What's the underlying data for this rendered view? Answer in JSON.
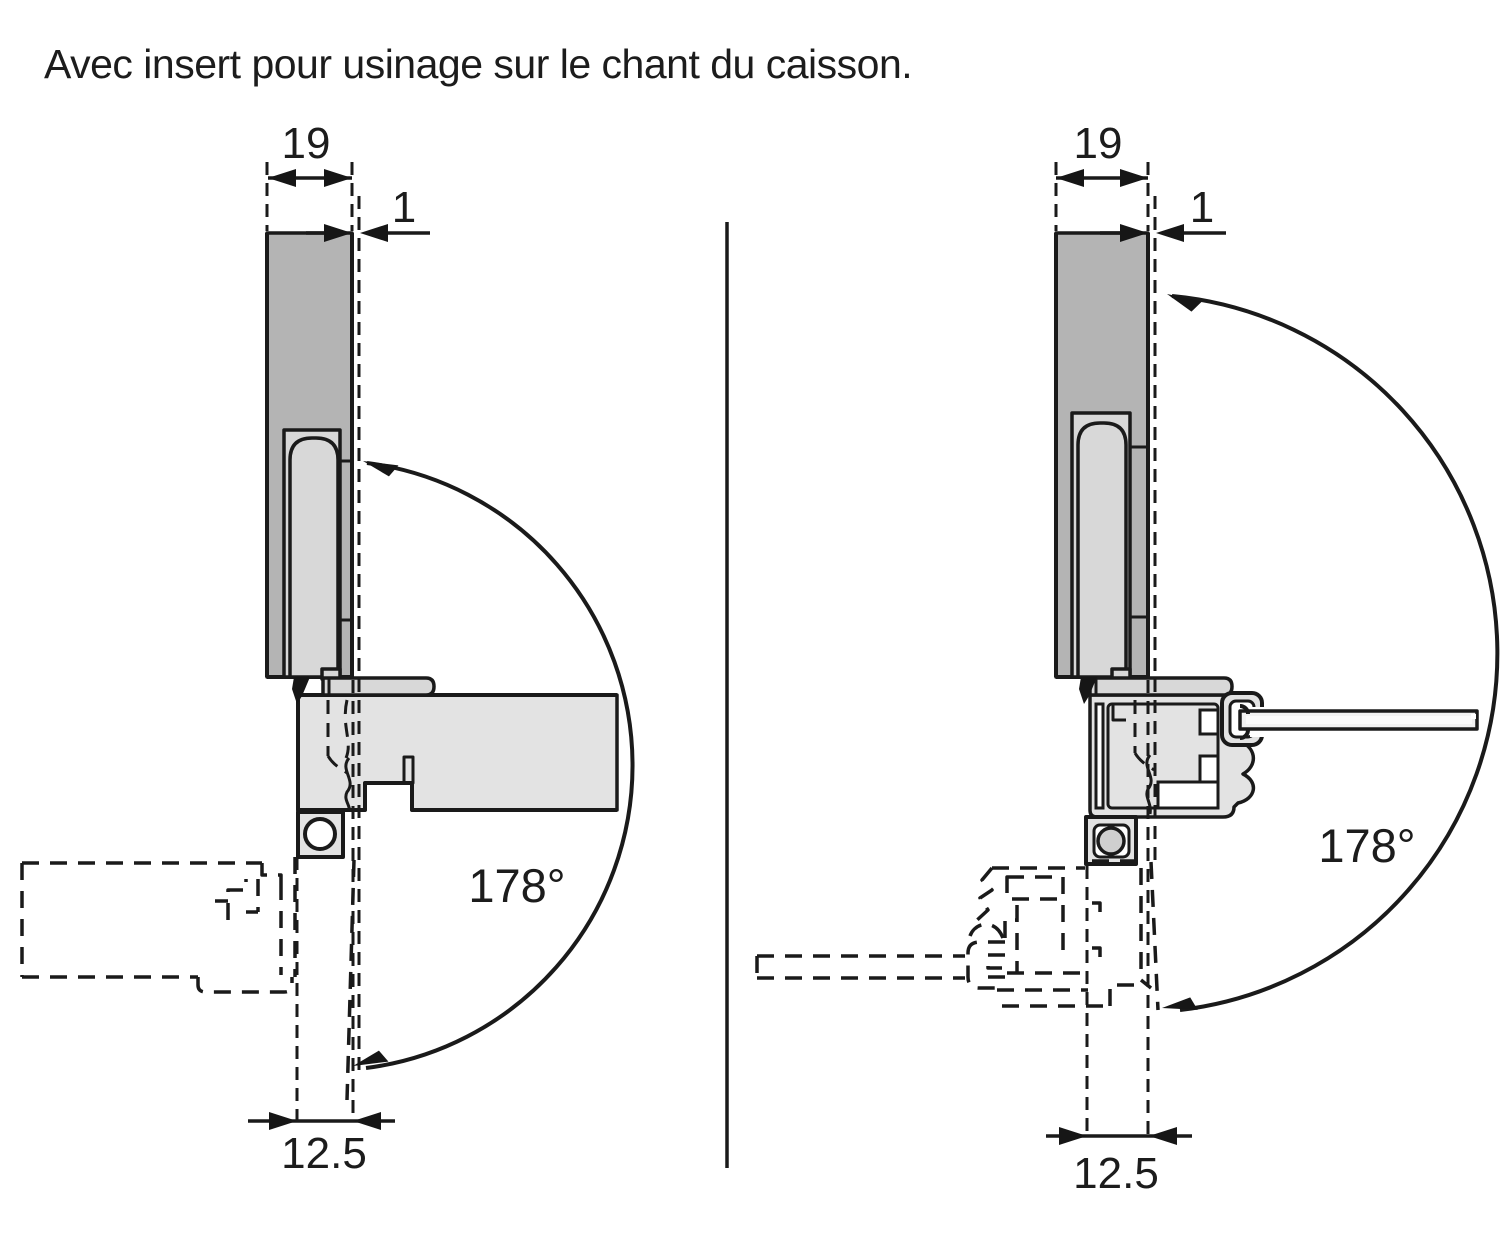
{
  "title": "Avec insert pour usinage sur le chant du caisson.",
  "left_diagram": {
    "door_thickness": "19",
    "front_gap": "1",
    "bottom_offset": "12.5",
    "opening_angle": "178°"
  },
  "right_diagram": {
    "door_thickness": "19",
    "front_gap": "1",
    "bottom_offset": "12.5",
    "opening_angle": "178°"
  },
  "colors": {
    "door": "#b4b4b4",
    "cup": "#d8d8d8",
    "cabinet": "#e3e3e3",
    "glass": "#f1f1f1",
    "glass_core": "#fafafa",
    "line": "#1a1a1a"
  }
}
